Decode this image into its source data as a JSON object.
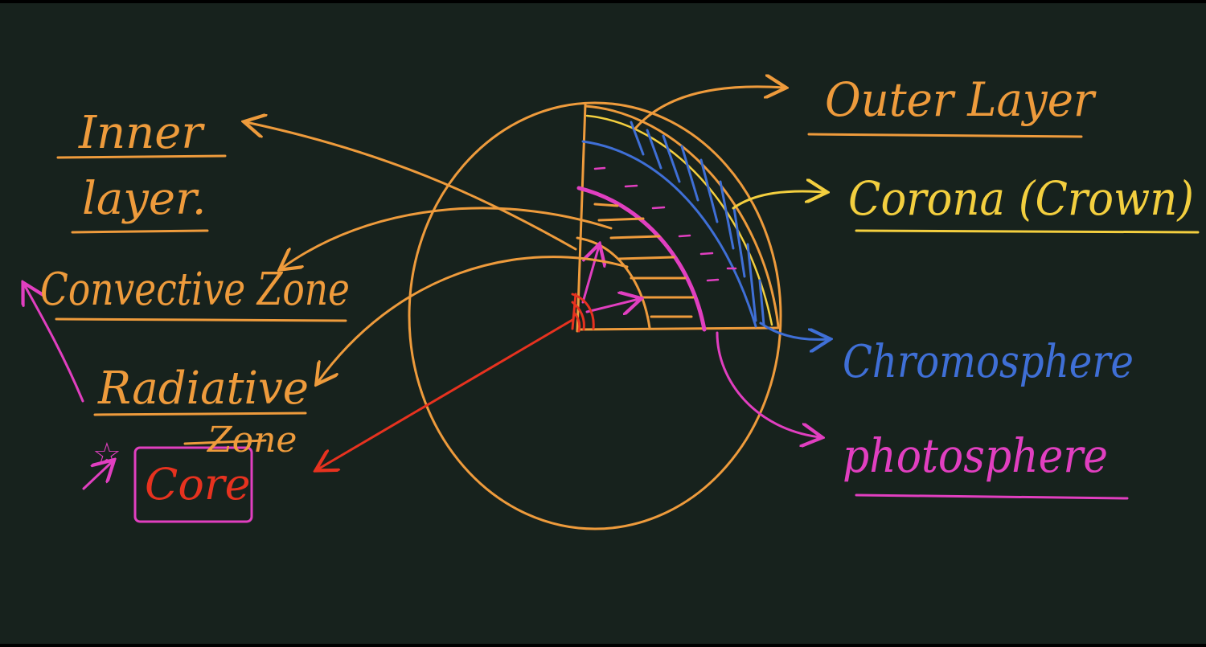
{
  "labels": {
    "inner_layer_line1": "Inner",
    "inner_layer_line2": "layer.",
    "convective_zone": "Convective Zone",
    "radiative_zone_line1": "Radiative",
    "radiative_zone_line2": "Zone",
    "core": "Core",
    "star_mark": "☆",
    "outer_layer": "Outer Layer",
    "corona": "Corona (Crown)",
    "chromosphere": "Chromosphere",
    "photosphere": "photosphere"
  },
  "colors": {
    "background": "#17221d",
    "orange": "#ee9b3c",
    "yellow": "#f3cf3f",
    "blue": "#3f6fd6",
    "magenta": "#e13fc0",
    "red": "#e7321f"
  }
}
